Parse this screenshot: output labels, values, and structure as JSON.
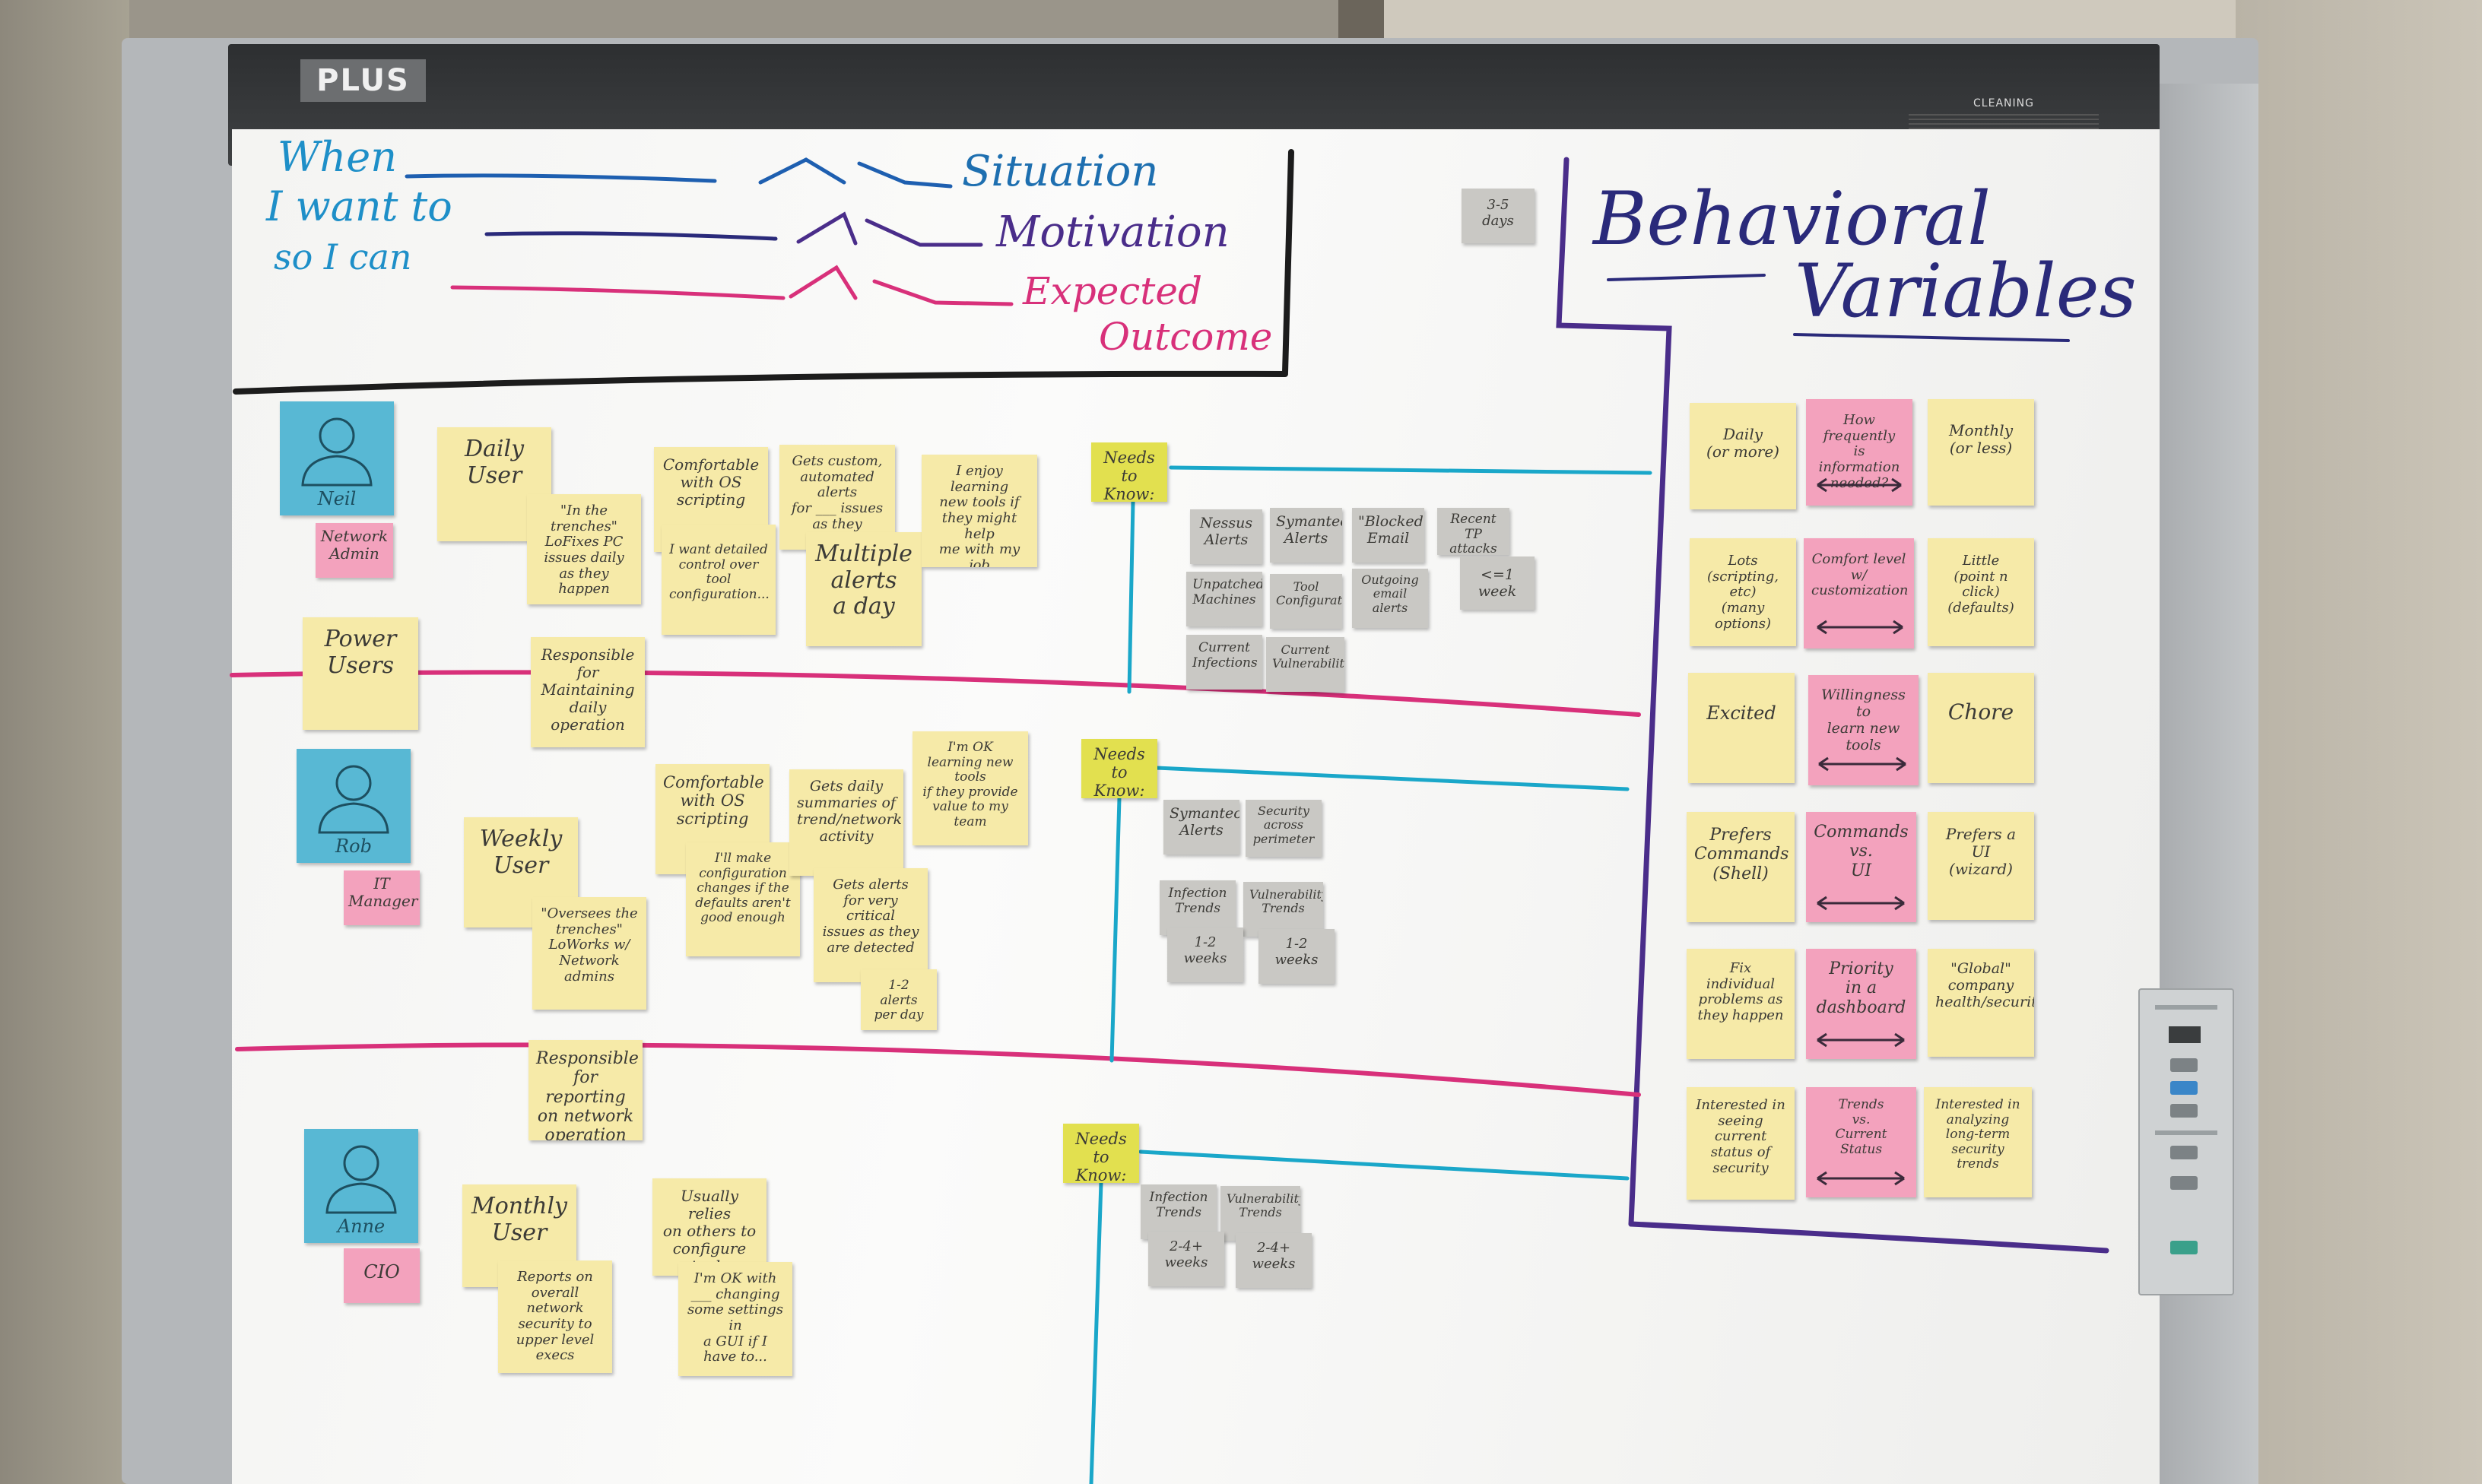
{
  "frame": {
    "brand": "PLUS",
    "cleaning_label": "CLEANING"
  },
  "job_story": {
    "when": "When",
    "i_want_to": "I want to",
    "so_i_can": "so I can",
    "situation": "Situation",
    "motivation": "Motivation",
    "expected": "Expected",
    "outcome": "Outcome"
  },
  "estimate_note": "3-5\ndays",
  "bv_title_1": "Behavioral",
  "bv_title_2": "Variables",
  "personas": [
    {
      "name": "Neil",
      "role": "Network\nAdmin",
      "frequency": "Daily\nUser"
    },
    {
      "name": "Rob",
      "role": "IT\nManager",
      "frequency": "Weekly\nUser"
    },
    {
      "name": "Anne",
      "role": "CIO",
      "frequency": "Monthly\nUser"
    }
  ],
  "segment_labels": {
    "power_users": "Power\nUsers",
    "resp_1": "Responsible\nfor Maintaining\ndaily operation",
    "resp_2": "Responsible\nfor reporting\non network\noperation"
  },
  "neil_notes": [
    "\"In the trenches\"\nLoFixes PC\nissues daily\nas they happen",
    "Comfortable\nwith OS\nscripting",
    "I want detailed\ncontrol over tool\nconfiguration...",
    "Gets custom,\nautomated alerts\nfor ___ issues\nas they happen",
    "Multiple\nalerts\na day",
    "I enjoy learning\nnew tools if\nthey might help\nme with my job"
  ],
  "rob_notes": [
    "\"Oversees the\ntrenches\"\nLoWorks w/\nNetwork admins",
    "Comfortable\nwith OS\nscripting",
    "I'll make\nconfiguration\nchanges if the\ndefaults aren't\ngood enough",
    "Gets daily\nsummaries of\ntrend/network\nactivity",
    "Gets alerts\nfor very critical\nissues as they\nare detected",
    "1-2 alerts\nper day",
    "I'm OK\nlearning new tools\nif they provide\nvalue to my team"
  ],
  "anne_notes": [
    "Reports on\noverall network\nsecurity to\nupper level\nexecs",
    "Usually relies\non others to\nconfigure tools",
    "I'm OK with\n___ changing\nsome settings in\na GUI if I\nhave to..."
  ],
  "needs_to_know": "Needs to\nKnow:",
  "neil_needs": [
    "Nessus\nAlerts",
    "Symantec\nAlerts",
    "\"Blocked\"\nEmail",
    "Recent TP\nattacks",
    "<=1 week",
    "Unpatched\nMachines",
    "Tool\nConfiguration",
    "Outgoing\nemail\nalerts",
    "Current\nInfections",
    "Current\nVulnerabilities"
  ],
  "rob_needs": [
    "Symantec\nAlerts",
    "Security\nacross\nperimeter",
    "Infection\nTrends",
    "Vulnerability\nTrends",
    "1-2\nweeks",
    "1-2\nweeks"
  ],
  "anne_needs": [
    "Infection\nTrends",
    "Vulnerability\nTrends",
    "2-4+\nweeks",
    "2-4+\nweeks"
  ],
  "variables": [
    {
      "left": "Daily\n(or more)",
      "mid": "How frequently\nis information\nneeded?",
      "right": "Monthly\n(or less)"
    },
    {
      "left": "Lots\n(scripting, etc)\n(many options)",
      "mid": "Comfort level\nw/ customization",
      "right": "Little\n(point n click)\n(defaults)"
    },
    {
      "left": "Excited",
      "mid": "Willingness to\nlearn new\ntools",
      "right": "Chore"
    },
    {
      "left": "Prefers\nCommands\n(Shell)",
      "mid": "Commands\nvs.\nUI",
      "right": "Prefers a\nUI\n(wizard)"
    },
    {
      "left": "Fix individual\nproblems as\nthey happen",
      "mid": "Priority\nin a\ndashboard",
      "right": "\"Global\"\ncompany\nhealth/security"
    },
    {
      "left": "Interested in\nseeing current\nstatus of\nsecurity",
      "mid": "Trends\nvs.\nCurrent Status",
      "right": "Interested in\nanalyzing\nlong-term\nsecurity trends"
    }
  ],
  "colors": {
    "blue_marker": "#1e8fc8",
    "purple_marker": "#4a2d8a",
    "pink_marker": "#d8307a",
    "black_marker": "#1c1c1c",
    "cyan_marker": "#1aa7c9",
    "yellow_note": "#f6eaa8",
    "pink_note": "#f3a2bd",
    "gray_note": "#c9c8c4",
    "blue_persona": "#58b8d4"
  }
}
